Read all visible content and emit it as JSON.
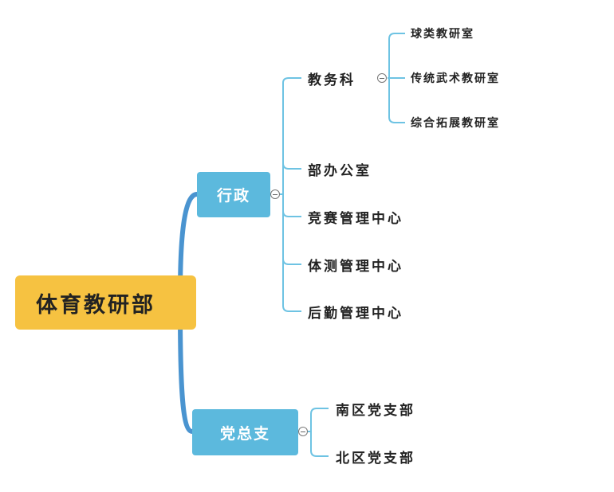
{
  "root": {
    "label": "体育教研部"
  },
  "admin": {
    "label": "行政",
    "academic": {
      "label": "教务科",
      "rooms": [
        "球类教研室",
        "传统武术教研室",
        "综合拓展教研室"
      ]
    },
    "office": "部办公室",
    "competition": "竞赛管理中心",
    "testing": "体测管理中心",
    "logistics": "后勤管理中心"
  },
  "party": {
    "label": "党总支",
    "branches": [
      "南区党支部",
      "北区党支部"
    ]
  },
  "colors": {
    "root": "#f6c241",
    "branch": "#5cb9dd",
    "connector_main": "#4a94d0",
    "connector_sub": "#6ec3e3"
  }
}
